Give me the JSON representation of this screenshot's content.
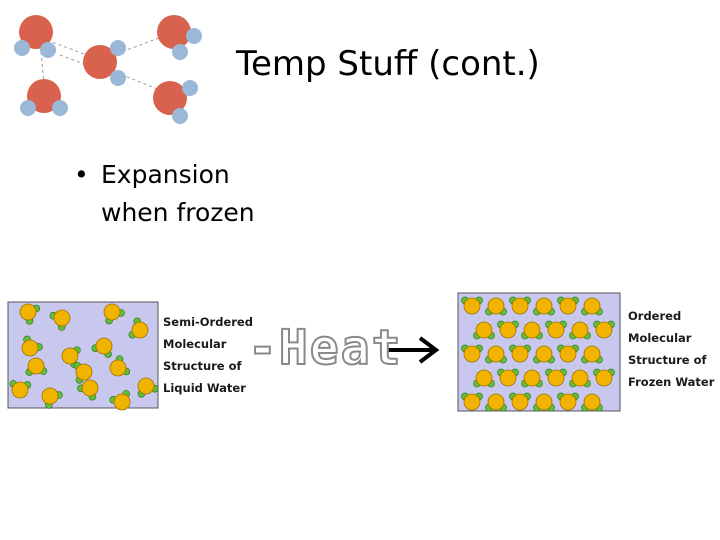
{
  "slide": {
    "title": "Temp Stuff (cont.)",
    "bullets": [
      {
        "line1": "Expansion",
        "line2": "when frozen"
      }
    ],
    "liquid_label": [
      "Semi-Ordered",
      "Molecular",
      "Structure of",
      "Liquid Water"
    ],
    "frozen_label": [
      "Ordered",
      "Molecular",
      "Structure of",
      "Frozen Water"
    ],
    "heat_text": "-Heat",
    "bullet_symbol": "•",
    "colors": {
      "panel_bg": "#c8c8ee",
      "oxygen": "#f0b400",
      "hydrogen": "#5fbf3a",
      "text": "#000000"
    },
    "icons": {
      "arrow": "right-arrow-icon",
      "molecules": "water-molecules-image"
    }
  }
}
